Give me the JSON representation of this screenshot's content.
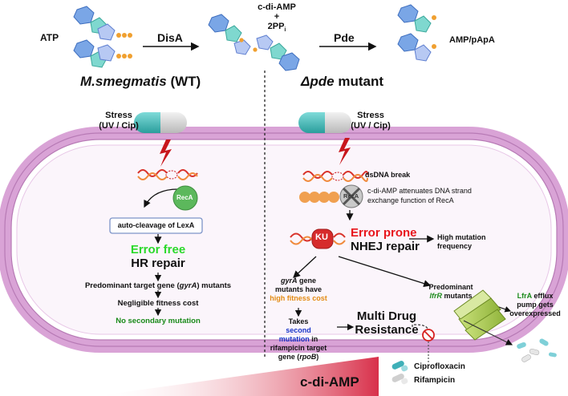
{
  "pathway": {
    "atp_label": "ATP",
    "enzyme1": "DisA",
    "product_line1": "c-di-AMP",
    "product_line2": "+",
    "product_line3": "2PP",
    "product_line3_sub": "i",
    "enzyme2": "Pde",
    "end_product": "AMP/pApA"
  },
  "left": {
    "title_strain": "M.smegmatis",
    "title_suffix": "(WT)",
    "stress_line1": "Stress",
    "stress_line2": "(UV / Cip)",
    "reca": "RecA",
    "lexa_box": "auto-cleavage of LexA",
    "error_free": "Error free",
    "repair": "HR repair",
    "target_pre": "Predominant target gene (",
    "target_gene": "gyrA",
    "target_post": ") mutants",
    "fitness": "Negligible fitness cost",
    "secondary": "No secondary mutation"
  },
  "right": {
    "title_strain": "Δpde",
    "title_suffix": "mutant",
    "stress_line1": "Stress",
    "stress_line2": "(UV / Cip)",
    "dsdna": "dsDNA break",
    "reca": "RecA",
    "attenuates_line1": "c-di-AMP attenuates DNA strand",
    "attenuates_line2": "exchange function of RecA",
    "ku": "KU",
    "error_prone": "Error prone",
    "repair": "NHEJ repair",
    "high_freq_line1": "High mutation",
    "high_freq_line2": "frequency",
    "gyra_gene": "gyrA",
    "gyra_line1_post": " gene",
    "gyra_line2": "mutants have",
    "gyra_line3": "high fitness cost",
    "takes_line1": "Takes",
    "takes_second": "second",
    "takes_mutation": "mutation",
    "takes_in": " in",
    "takes_line3": "rifampicin target",
    "takes_line4_pre": "gene (",
    "takes_gene": "rpoB",
    "takes_line4_post": ")",
    "mdr_line1": "Multi Drug",
    "mdr_line2": "Resistance",
    "predominant": "Predominant",
    "lfrr": "lfrR",
    "lfrr_post": " mutants",
    "lfra": "LfrA",
    "lfra_line1_post": " efflux",
    "lfra_line2": "pump gets",
    "lfra_line3": "overexpressed",
    "drug1": "Ciprofloxacin",
    "drug2": "Rifampicin"
  },
  "gradient_label": "c-di-AMP",
  "colors": {
    "membrane": "#d9a3d6",
    "membrane_inner": "#f3dff2",
    "error_free": "#2bd92b",
    "error_prone": "#e8161c",
    "orange_text": "#e38b12",
    "blue_text": "#1a34c8",
    "green_text": "#1a8a1a",
    "reca_green": "#5cb85c",
    "ku_red": "#d62b2b",
    "gradient_end": "#d8304a"
  }
}
